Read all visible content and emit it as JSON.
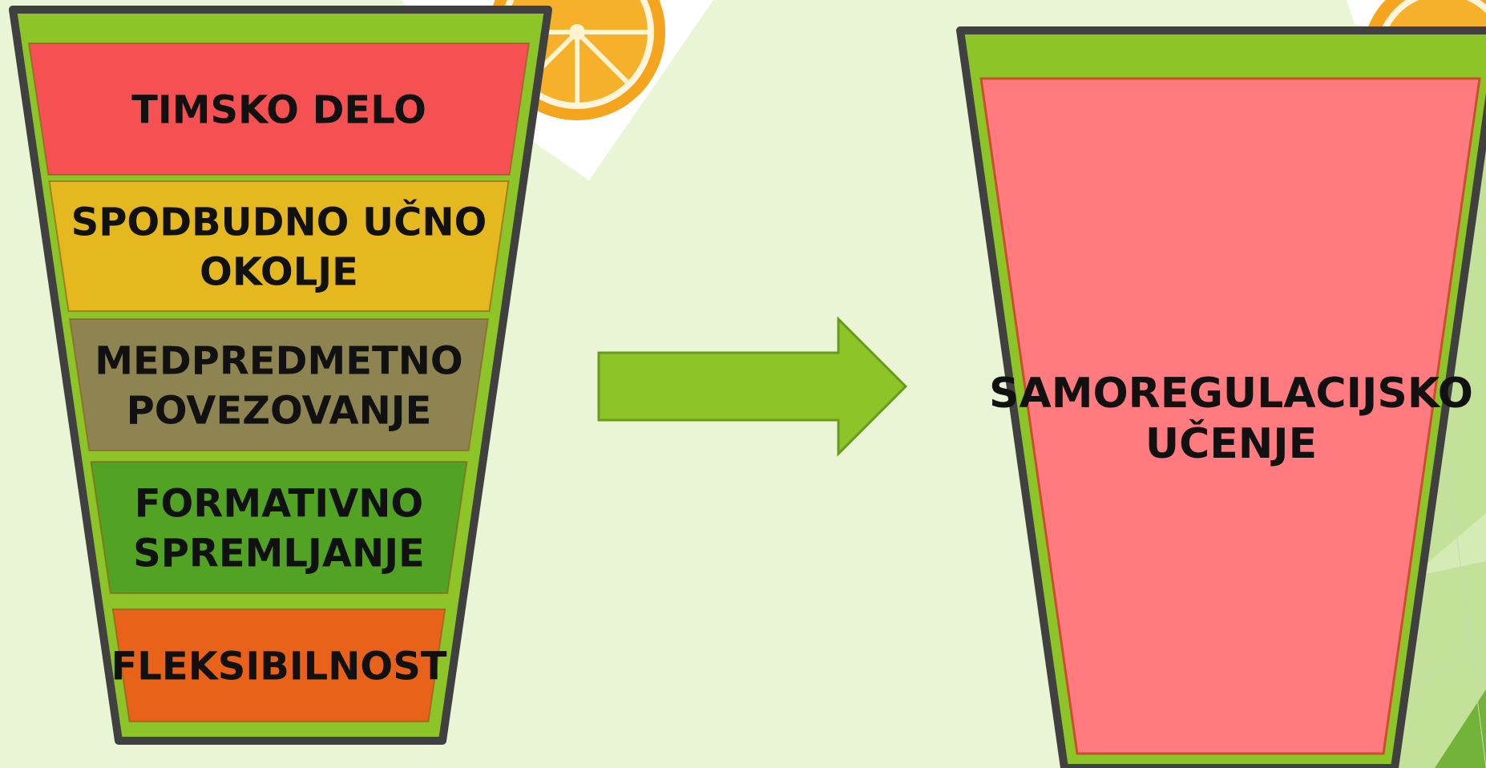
{
  "slide": {
    "background": "#eaf5d6"
  },
  "left_cup": {
    "layers": [
      {
        "lines": [
          "TIMSKO DELO"
        ],
        "color": "#f55152"
      },
      {
        "lines": [
          "SPODBUDNO UČNO",
          "OKOLJE"
        ],
        "color": "#e6b820"
      },
      {
        "lines": [
          "MEDPREDMETNO",
          "POVEZOVANJE"
        ],
        "color": "#8e8451"
      },
      {
        "lines": [
          "FORMATIVNO",
          "SPREMLJANJE"
        ],
        "color": "#52a224"
      },
      {
        "lines": [
          "FLEKSIBILNOST"
        ],
        "color": "#e8621a"
      }
    ],
    "rim_color": "#8dc427",
    "outline_color": "#404040"
  },
  "arrow": {
    "icon": "right-arrow-icon",
    "color": "#8dc427"
  },
  "right_cup": {
    "lines": [
      "SAMOREGULACIJSKO",
      "UČENJE"
    ],
    "color": "#ff7b80",
    "rim_color": "#8dc427"
  },
  "decorations": {
    "icon": "orange-slice-icon",
    "orange_color": "#f5a41e"
  }
}
